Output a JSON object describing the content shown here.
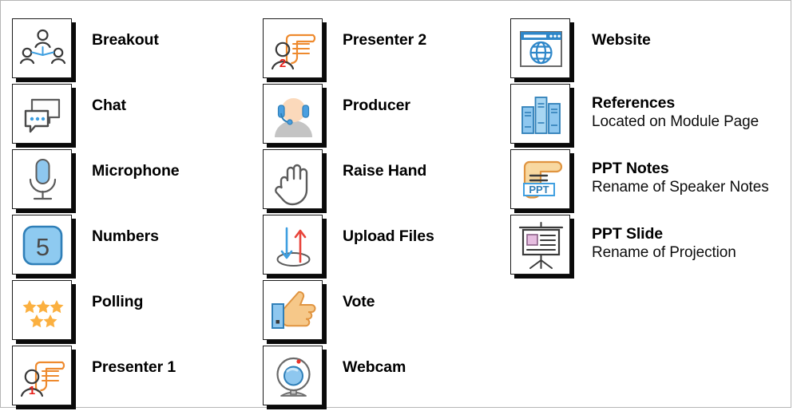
{
  "page": {
    "title": "Session Icon Legend",
    "border_color": "#b6b6b6",
    "background": "#ffffff",
    "icon_box_border_color": "#1a1a1a",
    "icon_box_shadow_color": "#0a0a0a",
    "accent_blue": "#4a9fe0",
    "accent_orange": "#ed9b42",
    "accent_red": "#e8332a",
    "accent_gray": "#5b5b5b"
  },
  "columns": [
    {
      "name": "column-1",
      "items": [
        {
          "icon": "breakout-icon",
          "title": "Breakout",
          "subtitle": ""
        },
        {
          "icon": "chat-icon",
          "title": "Chat",
          "subtitle": ""
        },
        {
          "icon": "microphone-icon",
          "title": "Microphone",
          "subtitle": ""
        },
        {
          "icon": "numbers-icon",
          "title": "Numbers",
          "subtitle": ""
        },
        {
          "icon": "polling-icon",
          "title": "Polling",
          "subtitle": ""
        },
        {
          "icon": "presenter-1-icon",
          "title": "Presenter 1",
          "subtitle": ""
        }
      ]
    },
    {
      "name": "column-2",
      "items": [
        {
          "icon": "presenter-2-icon",
          "title": "Presenter 2",
          "subtitle": ""
        },
        {
          "icon": "producer-icon",
          "title": "Producer",
          "subtitle": ""
        },
        {
          "icon": "raise-hand-icon",
          "title": "Raise Hand",
          "subtitle": ""
        },
        {
          "icon": "upload-files-icon",
          "title": "Upload Files",
          "subtitle": ""
        },
        {
          "icon": "vote-icon",
          "title": "Vote",
          "subtitle": ""
        },
        {
          "icon": "webcam-icon",
          "title": "Webcam",
          "subtitle": ""
        }
      ]
    },
    {
      "name": "column-3",
      "items": [
        {
          "icon": "website-icon",
          "title": "Website",
          "subtitle": ""
        },
        {
          "icon": "references-icon",
          "title": "References",
          "subtitle": "Located on Module Page"
        },
        {
          "icon": "ppt-notes-icon",
          "title": "PPT Notes",
          "subtitle": "Rename of Speaker Notes"
        },
        {
          "icon": "ppt-slide-icon",
          "title": "PPT Slide",
          "subtitle": "Rename of Projection"
        }
      ]
    }
  ],
  "numbers_icon_value": "5",
  "presenter_1_badge": "1",
  "presenter_2_badge": "2",
  "ppt_notes_tag": "PPT"
}
